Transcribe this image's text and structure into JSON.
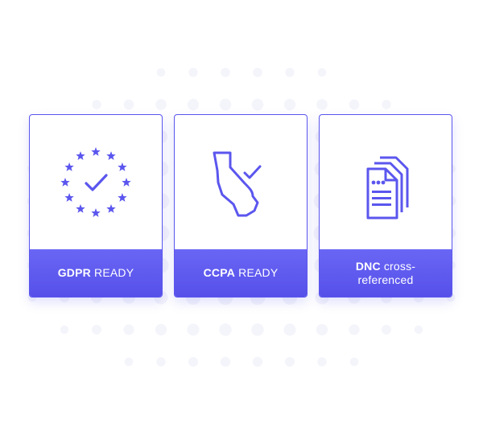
{
  "colors": {
    "accent": "#5b56ee",
    "label_text": "#ffffff",
    "background_dots": "#f4f4fb"
  },
  "cards": [
    {
      "icon": "eu-stars-check-icon",
      "label_strong": "GDPR",
      "label_rest": " READY"
    },
    {
      "icon": "california-map-check-icon",
      "label_strong": "CCPA",
      "label_rest": " READY"
    },
    {
      "icon": "documents-icon",
      "label_strong": "DNC",
      "label_rest": " cross-referenced"
    }
  ]
}
